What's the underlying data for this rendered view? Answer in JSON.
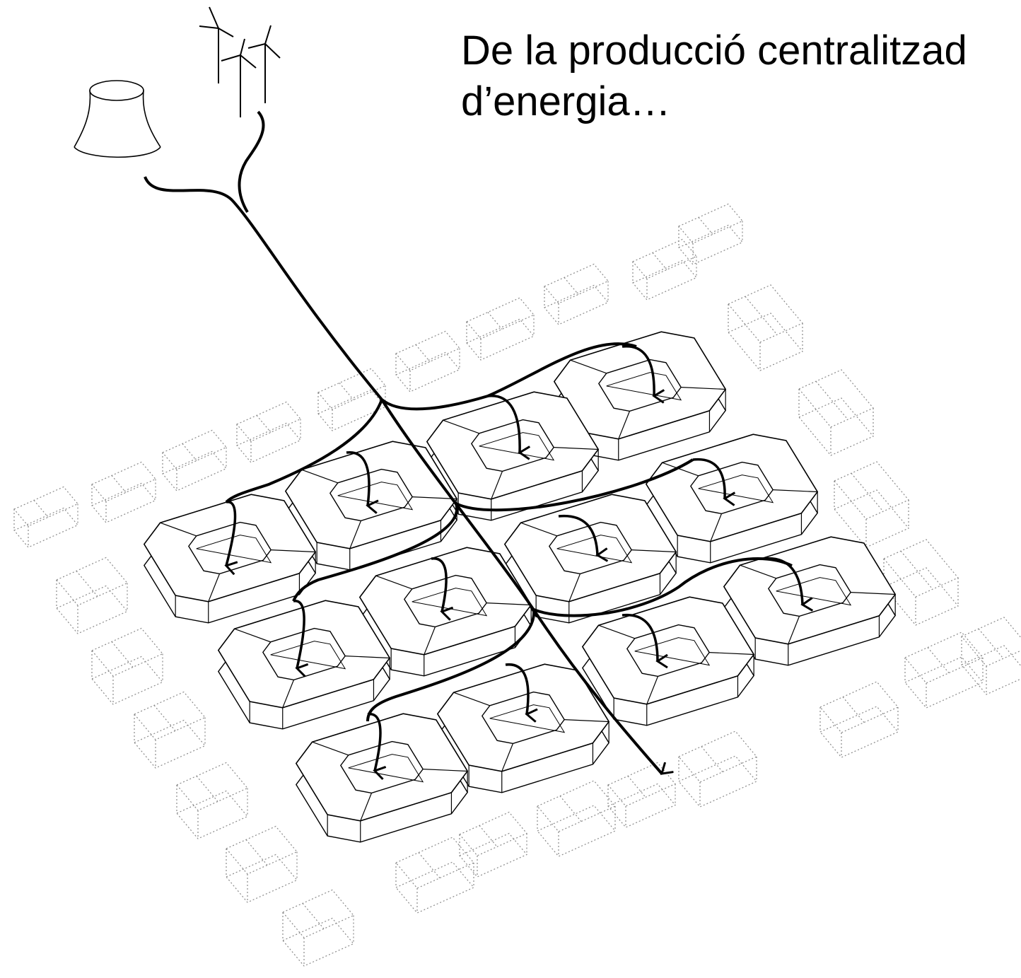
{
  "caption": {
    "line1": "De la producció centralitzad",
    "line2": "d’energia…"
  },
  "diagram": {
    "sources": [
      {
        "icon": "cooling-tower-icon"
      },
      {
        "icon": "wind-turbine-icon"
      },
      {
        "icon": "wind-turbine-icon"
      },
      {
        "icon": "wind-turbine-icon"
      }
    ],
    "supplied_blocks": 12,
    "colors": {
      "stroke": "#000000",
      "faint": "#8a8a8a",
      "fill": "#ffffff"
    }
  }
}
